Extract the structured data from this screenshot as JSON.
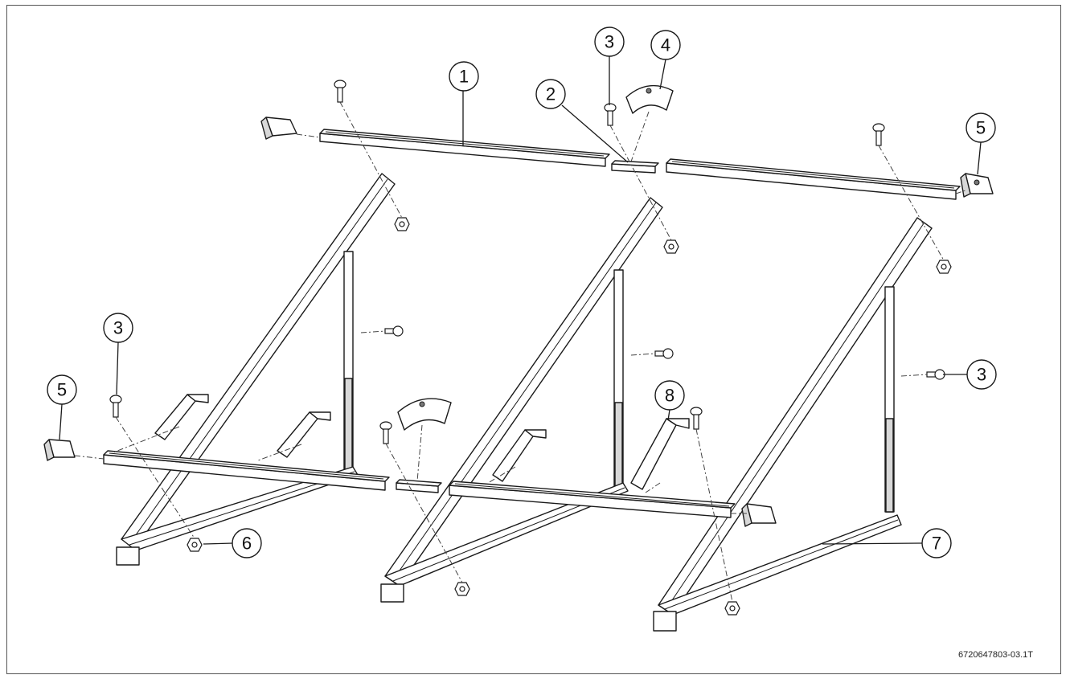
{
  "callouts": {
    "c1": "1",
    "c2": "2",
    "c3a": "3",
    "c3b": "3",
    "c3c": "3",
    "c4": "4",
    "c5a": "5",
    "c5b": "5",
    "c6": "6",
    "c7": "7",
    "c8": "8"
  },
  "reference_code": "6720647803-03.1T"
}
